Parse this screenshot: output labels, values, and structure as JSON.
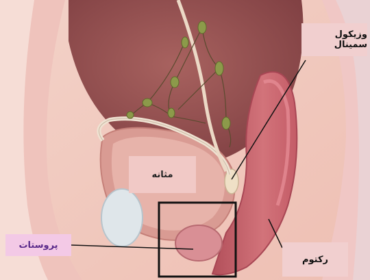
{
  "labels": {
    "seminal_vesicle": "وزیکول سمینال",
    "bladder": "مثانه",
    "prostate": "پروستات",
    "rectum": "رکتوم"
  },
  "colors": {
    "background_tissue": "#f4d6cf",
    "bladder_wall": "#d99b93",
    "bladder_cavity": "#b8726d",
    "rectum": "#c9656d",
    "lymph_node": "#8c9a4a",
    "pointer_line": "#111111"
  }
}
